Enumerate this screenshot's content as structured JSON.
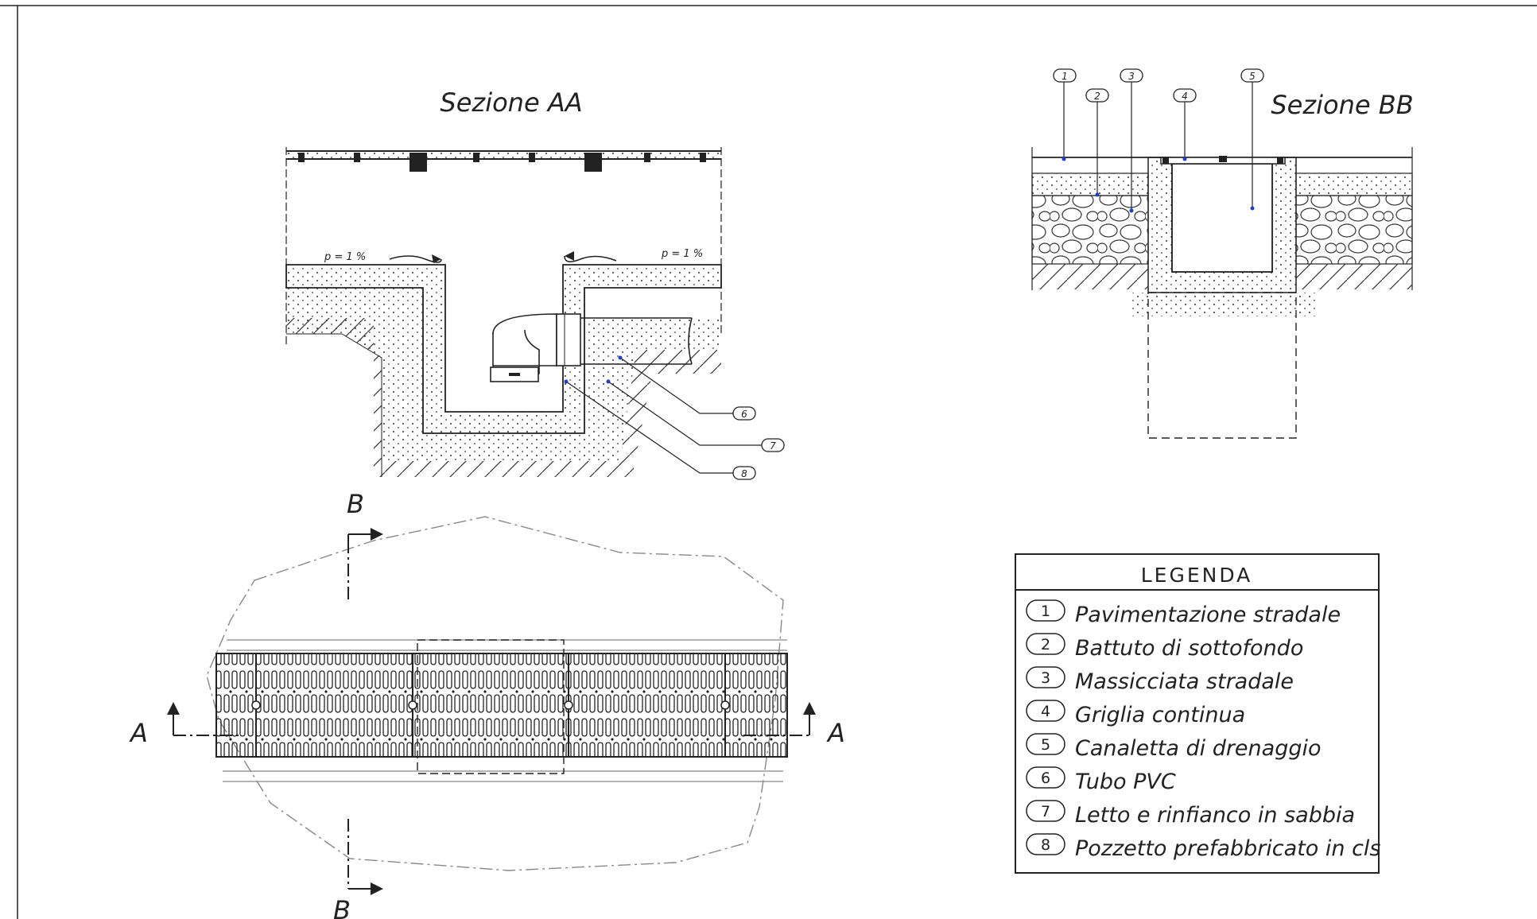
{
  "sections": {
    "aa_title": "Sezione AA",
    "bb_title": "Sezione BB",
    "slope_left": "p = 1 %",
    "slope_right": "p = 1 %"
  },
  "markers": {
    "b_top": "B",
    "b_bottom": "B",
    "a_left": "A",
    "a_right": "A"
  },
  "callouts_aa": [
    "6",
    "7",
    "8"
  ],
  "callouts_bb": [
    "1",
    "2",
    "3",
    "4",
    "5"
  ],
  "legend": {
    "title": "LEGENDA",
    "items": [
      {
        "num": "1",
        "text": "Pavimentazione stradale"
      },
      {
        "num": "2",
        "text": "Battuto di sottofondo"
      },
      {
        "num": "3",
        "text": "Massicciata stradale"
      },
      {
        "num": "4",
        "text": "Griglia continua"
      },
      {
        "num": "5",
        "text": "Canaletta di drenaggio"
      },
      {
        "num": "6",
        "text": "Tubo PVC"
      },
      {
        "num": "7",
        "text": "Letto e rinfianco in sabbia"
      },
      {
        "num": "8",
        "text": "Pozzetto prefabbricato in cls"
      }
    ]
  }
}
